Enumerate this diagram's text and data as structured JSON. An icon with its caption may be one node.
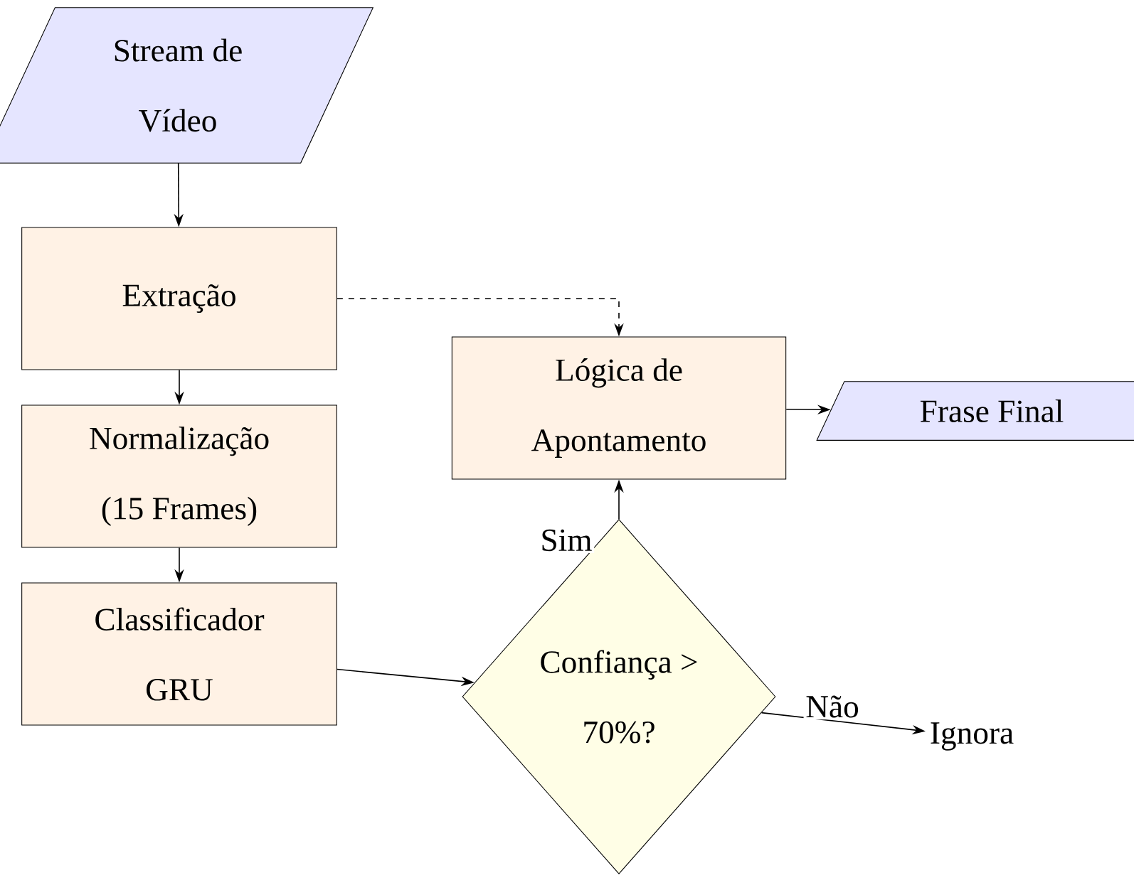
{
  "diagram": {
    "nodes": [
      {
        "text": [
          "Stream de Vídeo"
        ]
      },
      {
        "text": [
          "Extração"
        ]
      },
      {
        "text": [
          "Normalização (15 Frames)"
        ]
      },
      {
        "text": [
          "Classificador GRU"
        ]
      },
      {
        "text": [
          "Confiança > 70%?"
        ]
      },
      {
        "text": [
          "Lógica de Apontamento"
        ]
      },
      {
        "text": [
          "Frase Final"
        ]
      },
      {
        "text": [
          "Ignora"
        ]
      }
    ],
    "edges": [
      {
        "from": 0,
        "to": 1,
        "arrow": "to"
      },
      {
        "from": 1,
        "to": 2,
        "arrow": "to"
      },
      {
        "from": 2,
        "to": 3,
        "arrow": "to"
      },
      {
        "from": 3,
        "to": 4,
        "arrow": "to"
      },
      {
        "from": 4,
        "to": 5,
        "arrow": "to",
        "label": "Sim"
      },
      {
        "from": 4,
        "to": 7,
        "arrow": "to",
        "label": "Não"
      },
      {
        "from": 5,
        "to": 6,
        "arrow": "to"
      },
      {
        "from": 1,
        "to": 5,
        "arrow": "to",
        "style": "dashed"
      }
    ]
  }
}
